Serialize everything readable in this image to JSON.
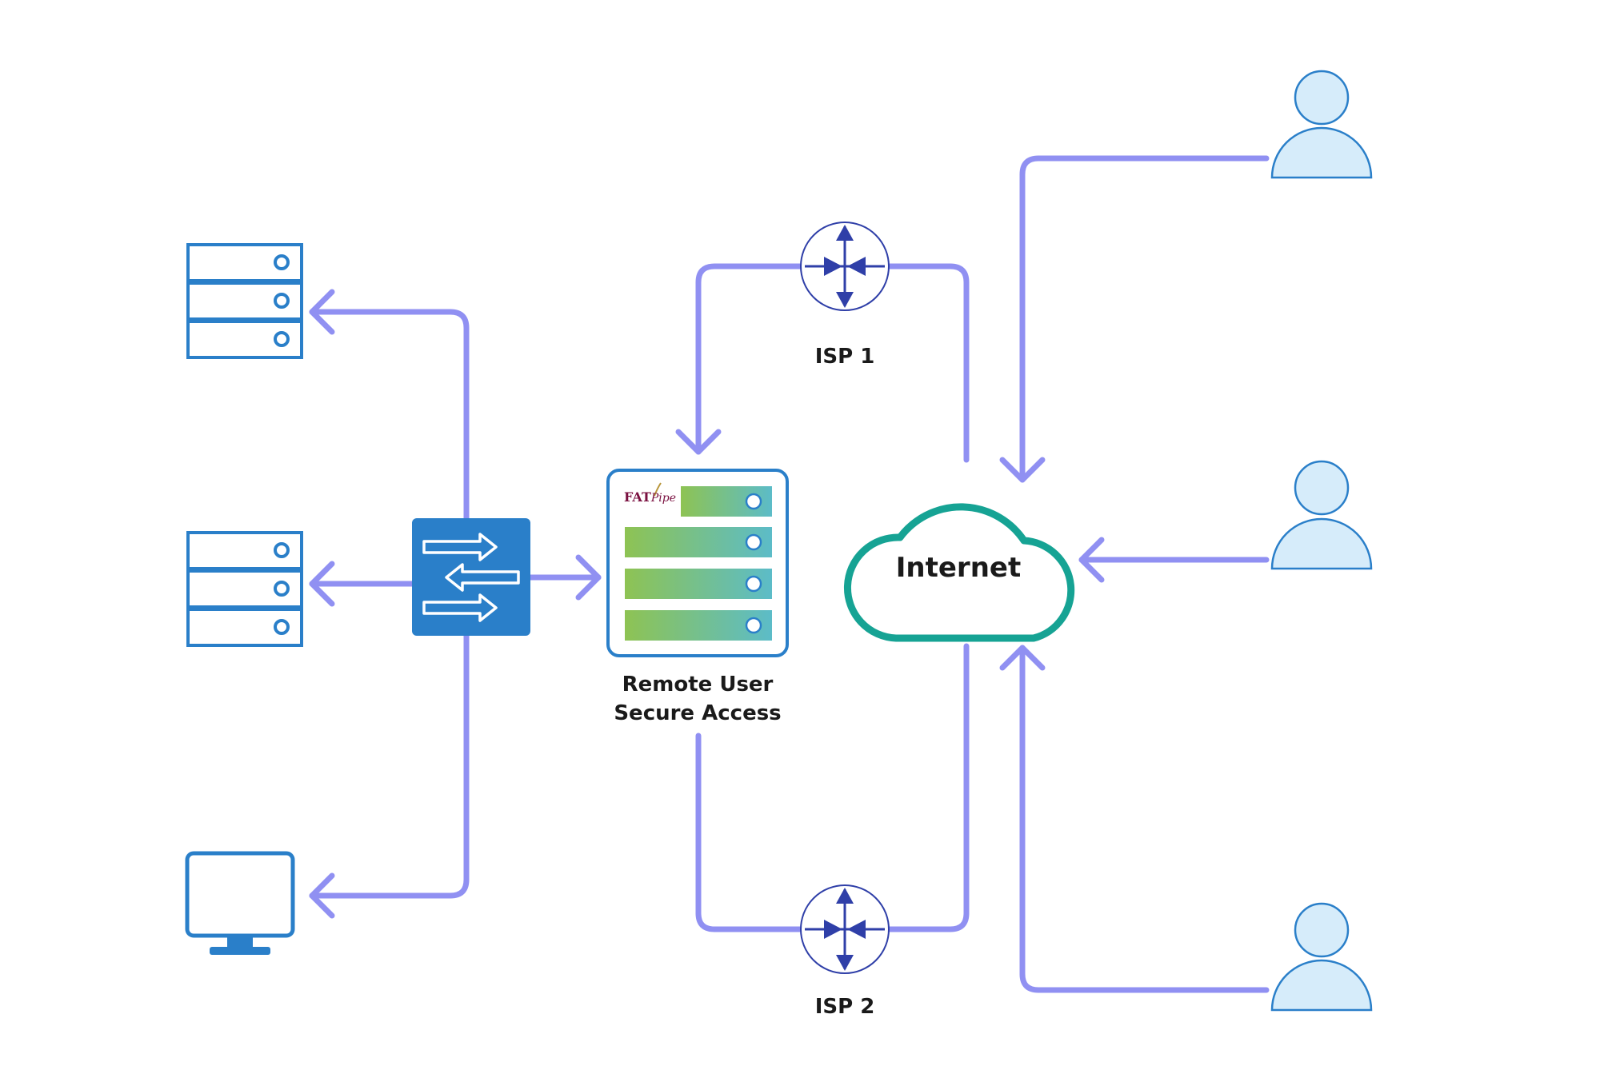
{
  "colors": {
    "connector": "#9090f2",
    "device_blue": "#2a7fc9",
    "switch_fill": "#2a7fc9",
    "router_arrow": "#2f3fa8",
    "cloud_stroke": "#16a394",
    "user_fill": "#d6ecfa",
    "user_stroke": "#2a7fc9",
    "stack_gradient_start": "#8ec353",
    "stack_gradient_end": "#5cbcc8",
    "logo_text": "#7a1040"
  },
  "nodes": {
    "isp1": {
      "label": "ISP 1"
    },
    "isp2": {
      "label": "ISP 2"
    },
    "internet": {
      "label": "Internet"
    },
    "remote_access": {
      "label_line1": "Remote User",
      "label_line2": "Secure Access",
      "logo_fat": "FAT",
      "logo_pipe": "Pipe"
    }
  }
}
